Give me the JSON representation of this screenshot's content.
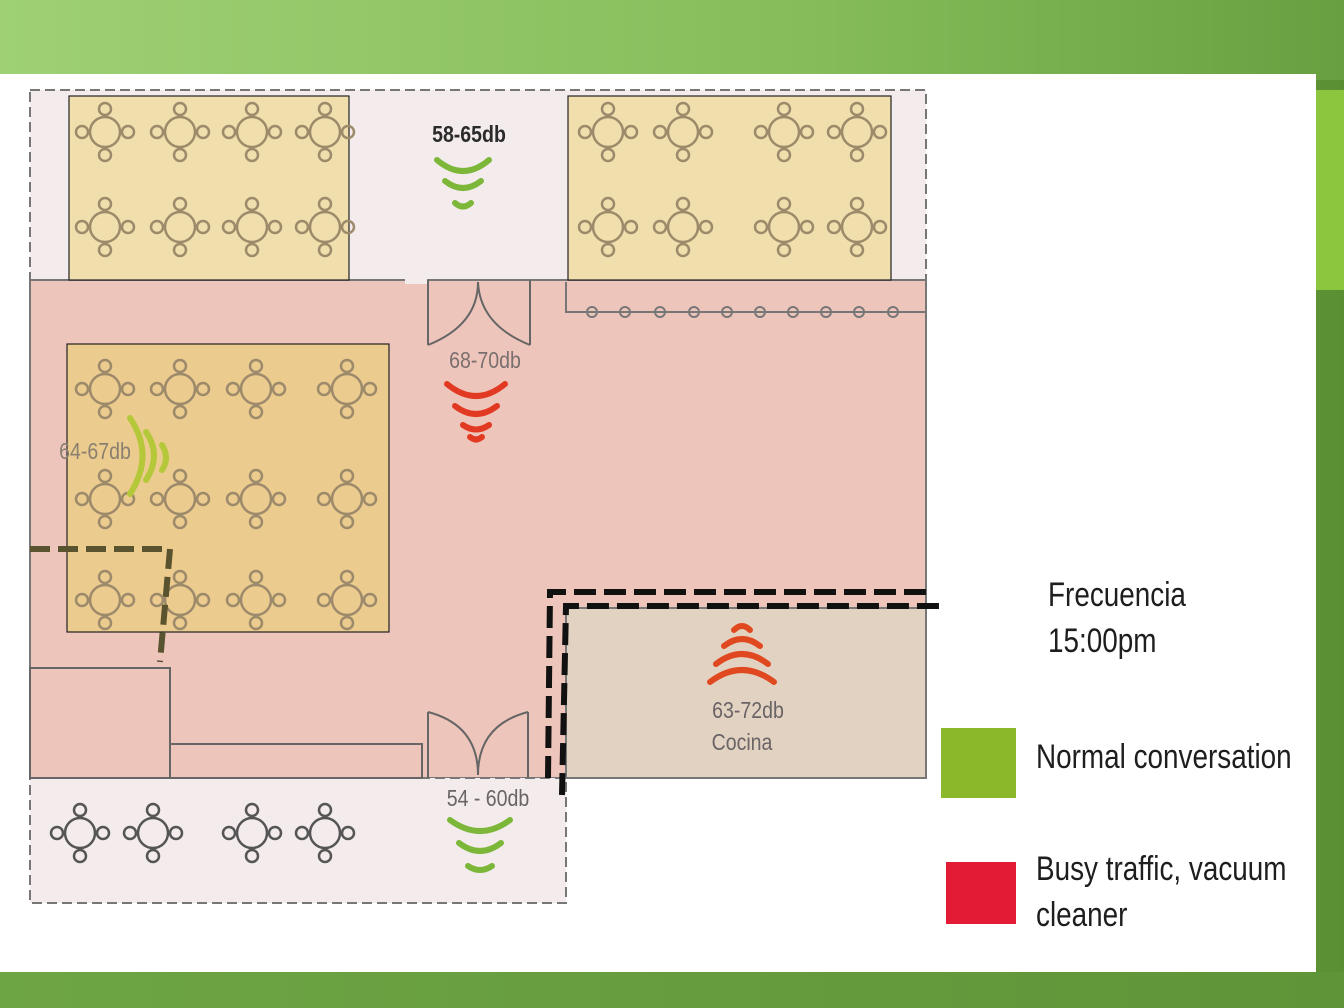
{
  "zones": {
    "top_center": {
      "db": "58-65db",
      "color": "#7cb73a"
    },
    "center_door": {
      "db": "68-70db",
      "color": "#e23a22"
    },
    "left_tables": {
      "db": "64-67db",
      "color": "#b4c83a"
    },
    "kitchen": {
      "db": "63-72db",
      "name": "Cocina",
      "color": "#e0491f"
    },
    "bottom_center": {
      "db": "54 - 60db",
      "color": "#7cb73a"
    }
  },
  "legend": {
    "title_line1": "Frecuencia",
    "title_line2": "15:00pm",
    "items": [
      {
        "label": "Normal conversation",
        "color": "#8ab82a"
      },
      {
        "label_line1": "Busy traffic, vacuum",
        "label_line2": "cleaner",
        "color": "#e31b34"
      }
    ]
  }
}
